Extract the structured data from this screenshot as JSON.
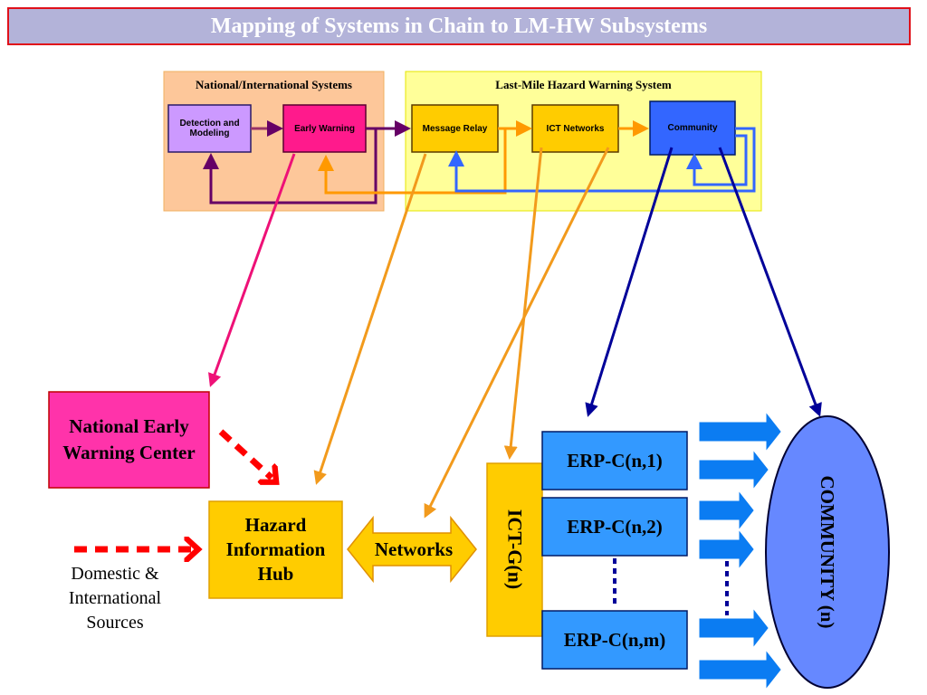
{
  "title": "Mapping of Systems in Chain to LM-HW Subsystems",
  "top_diagram": {
    "group_national": "National/International Systems",
    "group_lastmile": "Last-Mile Hazard Warning System",
    "detection": "Detection and Modeling",
    "early_warning": "Early Warning",
    "message_relay": "Message Relay",
    "ict_networks": "ICT Networks",
    "community": "Community"
  },
  "bottom_diagram": {
    "newc": "National Early Warning Center",
    "hub": "Hazard Information Hub",
    "networks": "Networks",
    "sources": "Domestic & International Sources",
    "ictg": "ICT-G(n)",
    "erp1": "ERP-C(n,1)",
    "erp2": "ERP-C(n,2)",
    "erpm": "ERP-C(n,m)",
    "community_n": "COMMUNITY (n)"
  },
  "colors": {
    "title_bg": "#b3b3d9",
    "title_border": "#e0101a",
    "national_group": "#fdc79a",
    "lastmile_group": "#ffff99",
    "detection": "#cc99ff",
    "early_warning": "#ff1a8c",
    "relay": "#ffcc00",
    "community": "#3366ff",
    "erp": "#3399ff",
    "community_oval": "#6688ff",
    "orange_arrow": "#ff9900",
    "purple_arrow": "#660066",
    "navy_arrow": "#000099",
    "red_dash": "#ff0000"
  }
}
